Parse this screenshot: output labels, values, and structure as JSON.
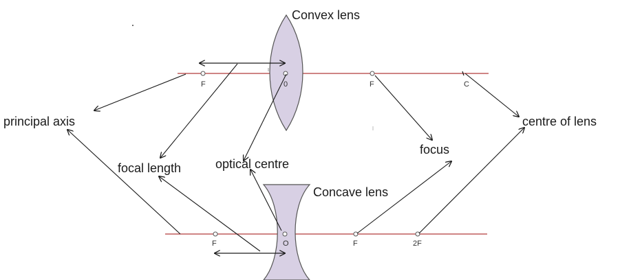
{
  "labels": {
    "convex_lens": "Convex lens",
    "concave_lens": "Concave lens",
    "principal_axis": "principal axis",
    "centre_of_lens": "centre of lens",
    "focal_length": "focal length",
    "optical_centre": "optical centre",
    "focus": "focus"
  },
  "point_labels": {
    "top_f_left": "F",
    "top_o": "0",
    "top_f_right": "F",
    "top_c": "C",
    "bottom_f_left": "F",
    "bottom_o": "O",
    "bottom_f_right": "F",
    "bottom_2f": "2F"
  },
  "colors": {
    "axis": "#b23a3a",
    "lens_fill": "#d8d0e4",
    "lens_stroke": "#555555",
    "arrow": "#1a1a1a",
    "text": "#1a1a1a"
  }
}
